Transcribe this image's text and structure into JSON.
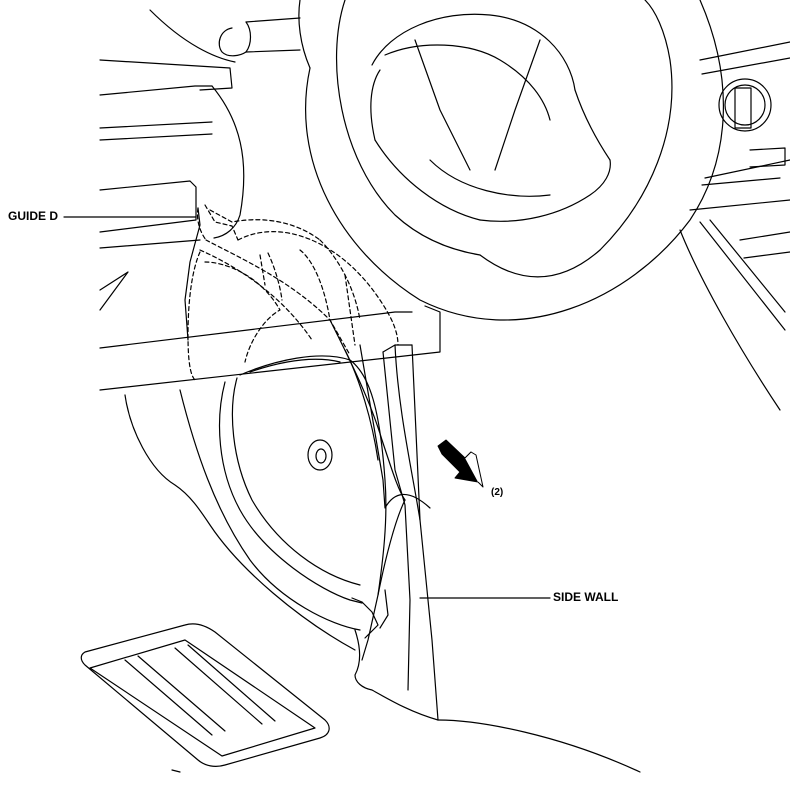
{
  "labels": {
    "guide_d": "GUIDE D",
    "side_wall": "SIDE WALL",
    "step": "(2)"
  },
  "icons": {
    "direction_arrow": "arrow-down-right-icon"
  },
  "colors": {
    "line": "#000000",
    "background": "#ffffff"
  }
}
